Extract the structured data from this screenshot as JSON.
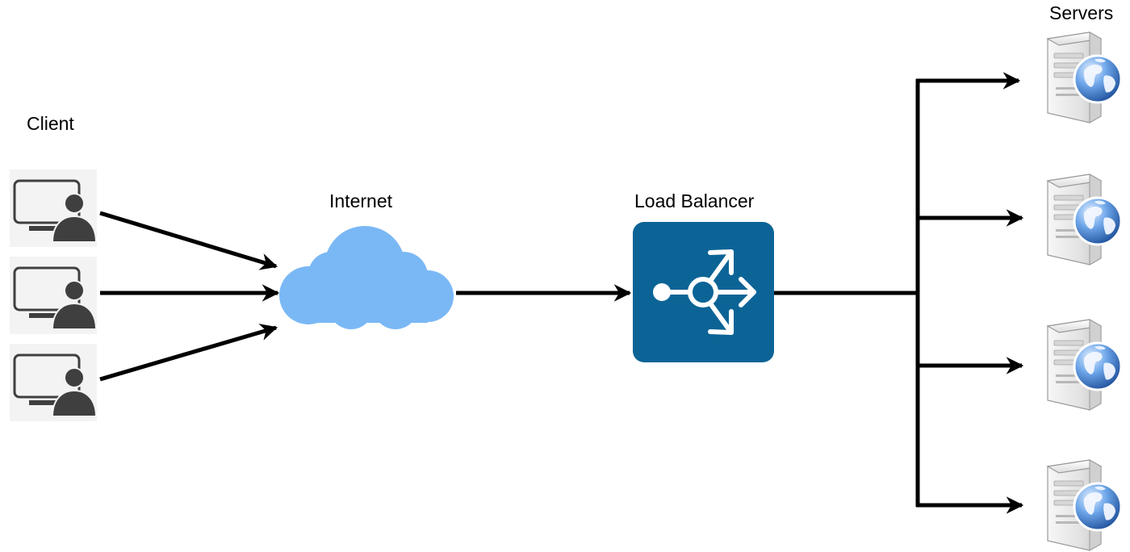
{
  "labels": {
    "client": "Client",
    "internet": "Internet",
    "load_balancer": "Load Balancer",
    "servers": "Servers"
  },
  "nodes": {
    "clients": {
      "count": 3,
      "icon": "client-computer-icon"
    },
    "internet": {
      "icon": "cloud-icon"
    },
    "load_balancer": {
      "icon": "load-balancer-icon"
    },
    "servers": {
      "count": 4,
      "icon": "web-server-icon"
    }
  },
  "colors": {
    "arrow": "#000000",
    "cloud": "#7ab8f5",
    "load_balancer_bg": "#0c6496",
    "load_balancer_symbol": "#ffffff",
    "client_icon": "#3f3f3f",
    "client_panel": "#f2f2f2",
    "server_body": "#ececec",
    "globe": "#3d7fd4"
  }
}
